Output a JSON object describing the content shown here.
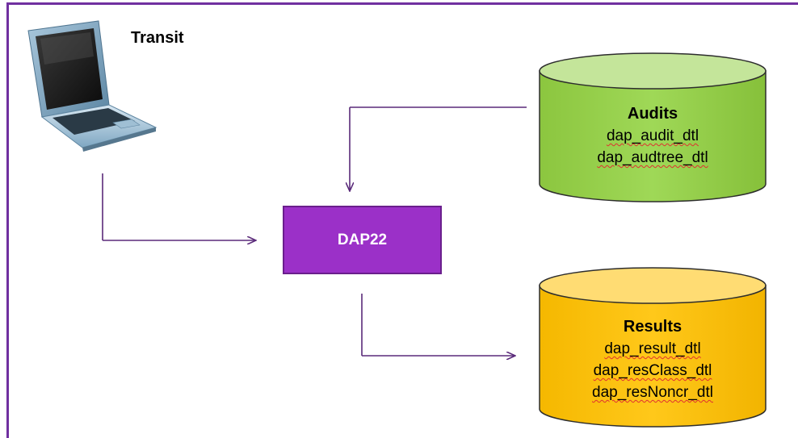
{
  "transit": {
    "label": "Transit",
    "icon": "laptop-icon"
  },
  "process": {
    "label": "DAP22",
    "color": "#9b30c8"
  },
  "audits_db": {
    "title": "Audits",
    "tables": [
      "dap_audit_dtl",
      "dap_audtree_dtl"
    ],
    "color": "#92d050"
  },
  "results_db": {
    "title": "Results",
    "tables": [
      "dap_result_dtl",
      "dap_resClass_dtl",
      "dap_resNoncr_dtl"
    ],
    "color": "#ffc000"
  },
  "colors": {
    "frame": "#7030a0",
    "arrow": "#5a2a7a"
  }
}
